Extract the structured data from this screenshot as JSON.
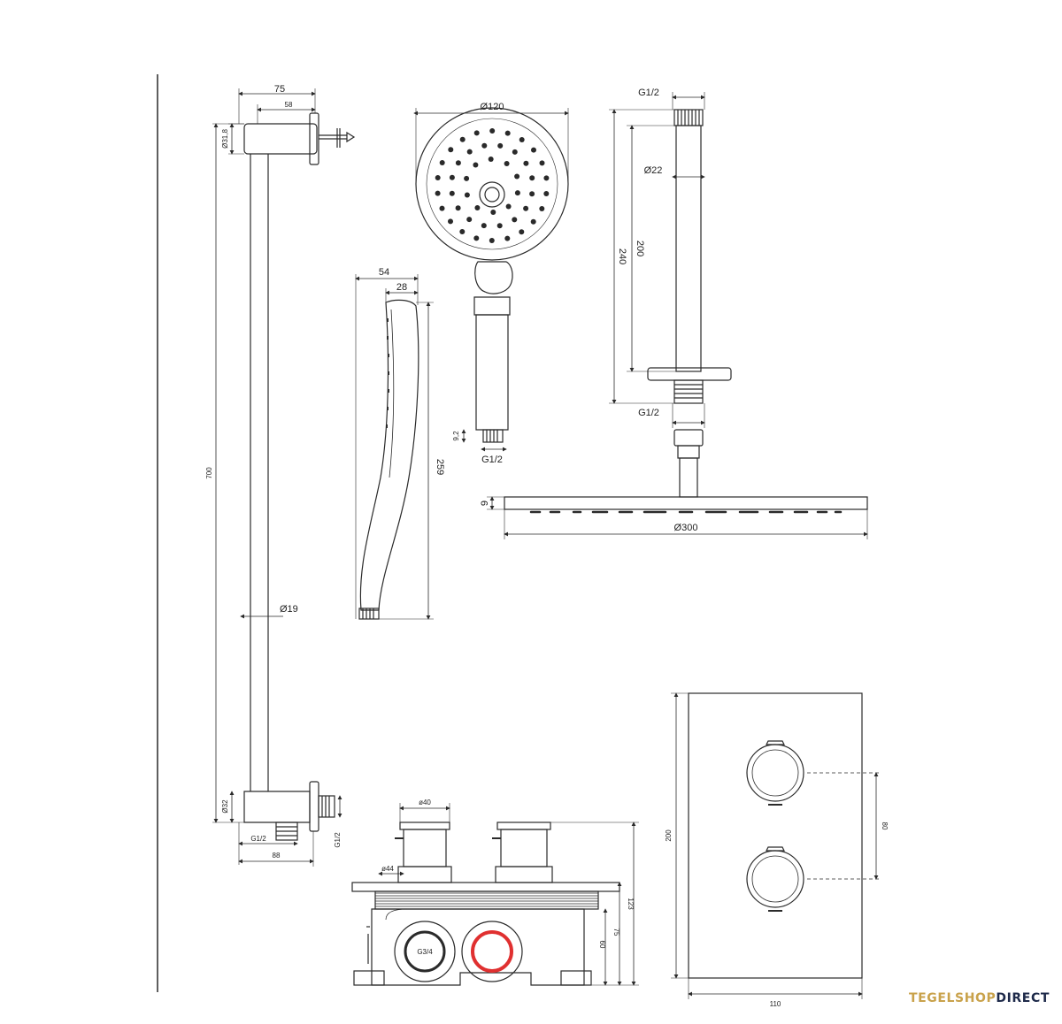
{
  "dimensions": {
    "rail_top_width": "75",
    "rail_top_offset": "58",
    "rail_top_diameter": "Ø31,8",
    "rail_length": "700",
    "rail_diameter": "Ø19",
    "rail_bottom_diameter": "Ø32",
    "rail_outlet_thread": "G1/2",
    "rail_outlet_thread_side": "G1/2",
    "rail_bottom_width": "88",
    "hand_diameter": "Ø120",
    "hand_side_depth": "54",
    "hand_side_head": "28",
    "hand_length": "259",
    "hand_connection_height": "9,2",
    "hand_thread": "G1/2",
    "arm_top_thread": "G1/2",
    "arm_diameter": "Ø22",
    "arm_inner_length": "200",
    "arm_total_length": "240",
    "arm_bottom_thread": "G1/2",
    "head_thickness": "9",
    "head_diameter": "Ø300",
    "valve_knob_diameter": "ø40",
    "valve_plate_diameter": "ø44",
    "valve_inlet": "G3/4",
    "valve_depth_total": "123",
    "valve_depth_75": "75",
    "valve_depth_60": "60",
    "plate_height": "200",
    "plate_knob_spacing": "80",
    "plate_width": "110"
  },
  "brand": {
    "part1": "TEGELSHOP",
    "part2": "DIRECT"
  },
  "colors": {
    "line": "#2a2a2a",
    "accent_ring": "#e03030",
    "brand_gold": "#c9a24b",
    "brand_navy": "#1e2a4a"
  }
}
